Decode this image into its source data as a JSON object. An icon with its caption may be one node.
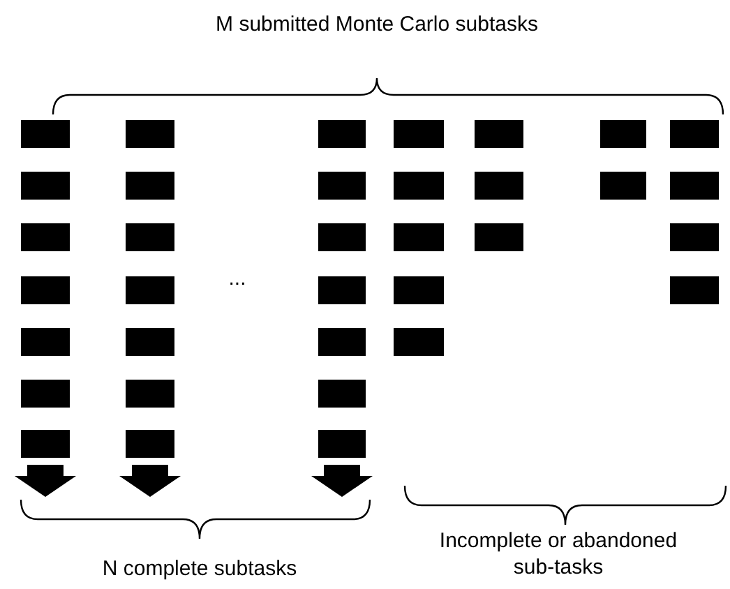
{
  "diagram": {
    "labels": [
      "M submitted Monte Carlo subtasks",
      "...",
      "N complete subtasks",
      "Incomplete or abandoned sub-tasks"
    ]
  }
}
